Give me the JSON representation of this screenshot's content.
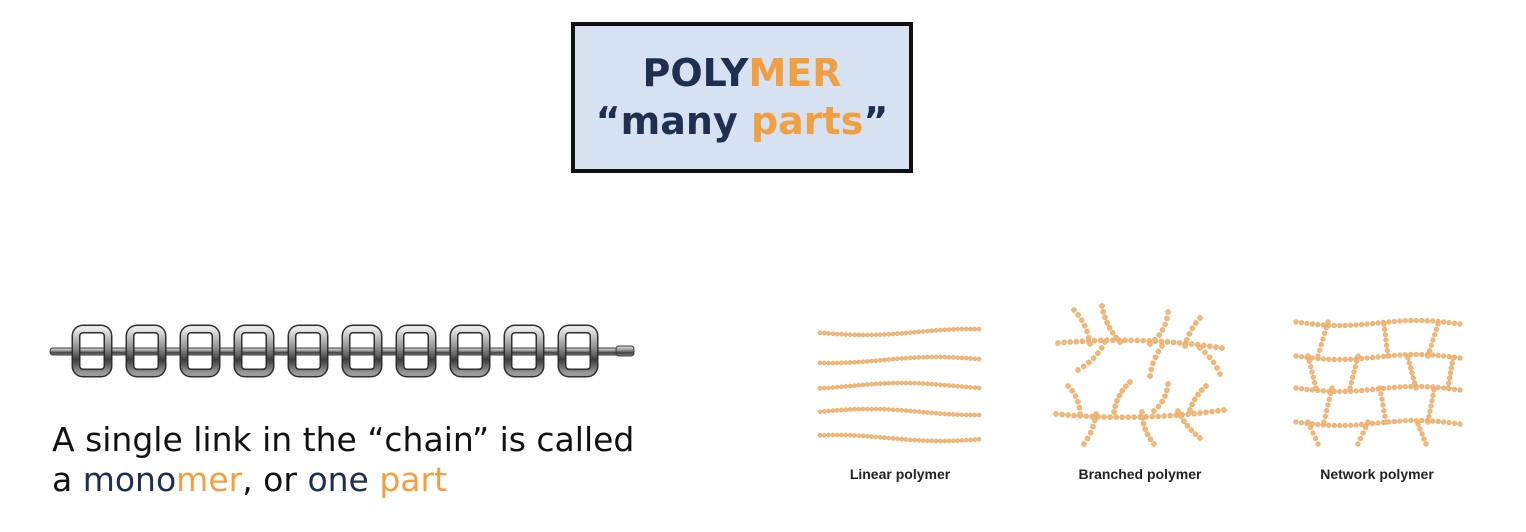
{
  "title": {
    "line1_part1": "POLY",
    "line1_part2": "MER",
    "line2_quote_open": "“",
    "line2_word1": "many",
    "line2_word2": "parts",
    "line2_quote_close": "”"
  },
  "caption": {
    "line1": "A single link in the “chain” is called",
    "line2_prefix": "a ",
    "line2_mono": "mono",
    "line2_mer": "mer",
    "line2_mid": ", or ",
    "line2_one": "one",
    "line2_space": " ",
    "line2_part": "part"
  },
  "diagram": {
    "linear_label": "Linear polymer",
    "branched_label": "Branched polymer",
    "network_label": "Network polymer"
  },
  "colors": {
    "navy": "#1f2f4f",
    "orange": "#f0a040",
    "bead": "#f2b878",
    "box_bg": "#d6e2f2"
  },
  "icons": {
    "chain": "metal-chain-icon"
  }
}
